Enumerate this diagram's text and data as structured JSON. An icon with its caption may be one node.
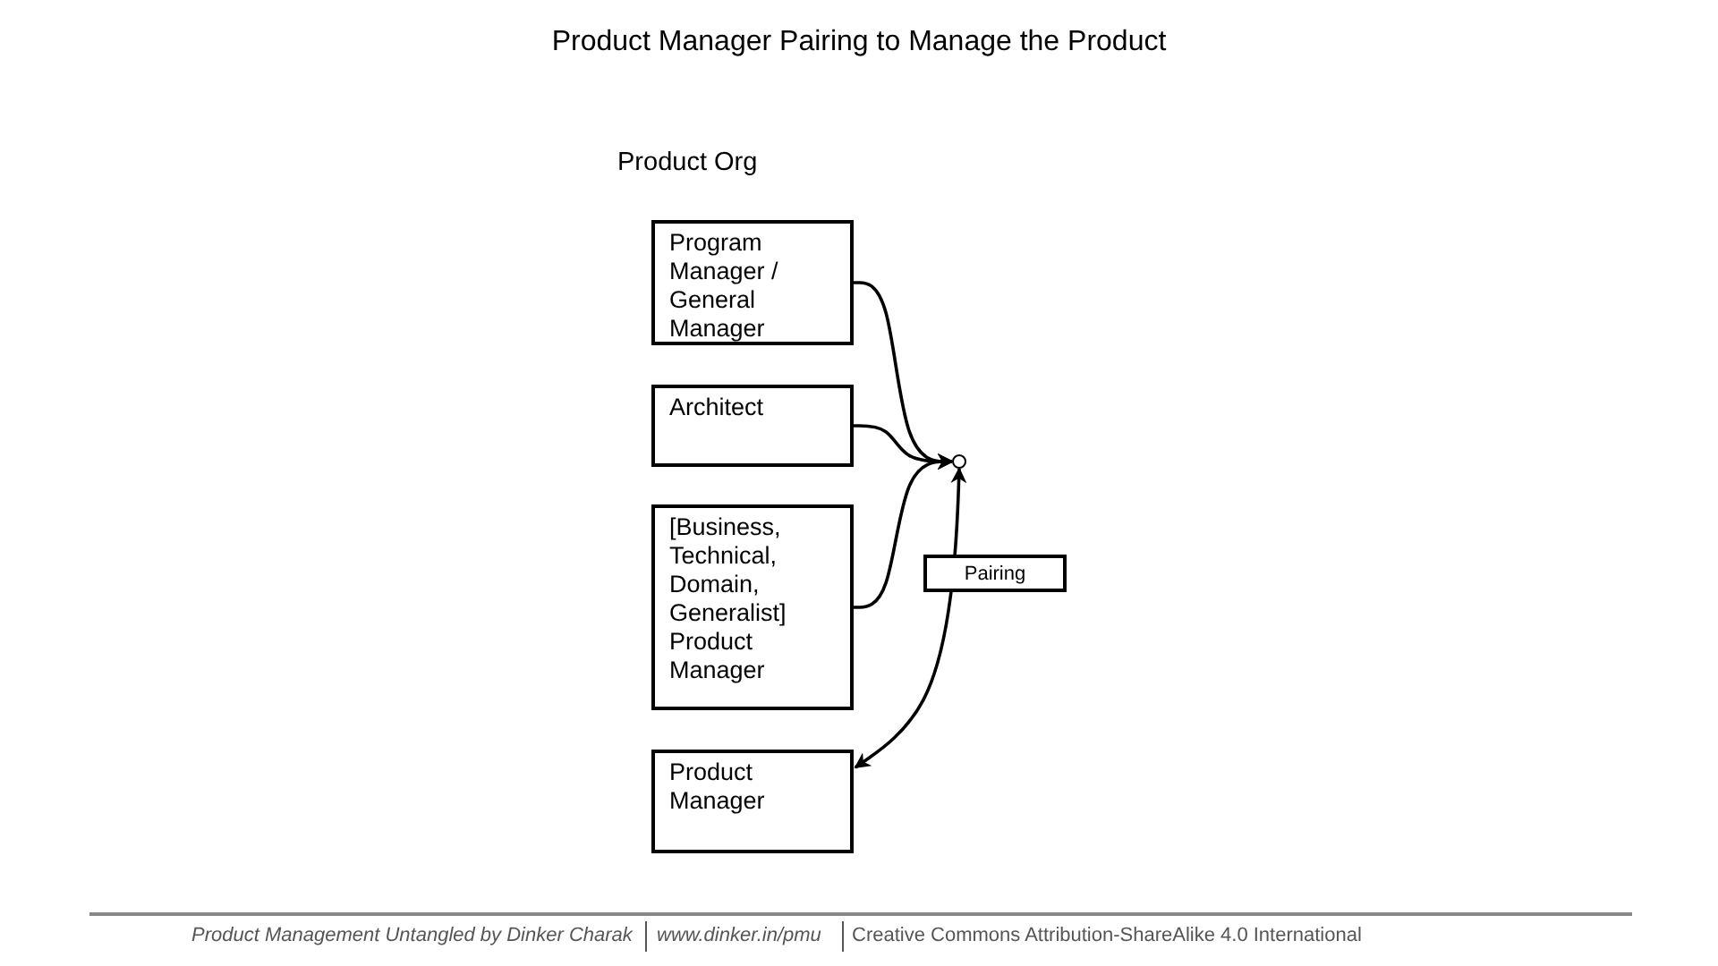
{
  "diagram": {
    "title": "Product Manager Pairing to Manage the Product",
    "nodes": [
      {
        "text": [
          "Program Manager / General Manager"
        ]
      },
      {
        "text": [
          "Architect"
        ]
      },
      {
        "text": [
          "[Business, Technical, Domain, Generalist] Product Manager"
        ]
      },
      {
        "text": [
          "Product Manager"
        ]
      },
      {
        "text": [],
        "shape": "circle"
      }
    ],
    "edges": [
      {
        "from": 0,
        "to": 4,
        "arrow": "to"
      },
      {
        "from": 1,
        "to": 4,
        "arrow": "to"
      },
      {
        "from": 2,
        "to": 4,
        "arrow": "to"
      },
      {
        "from": 4,
        "to": 3,
        "arrow": "both",
        "label": "Pairing"
      }
    ],
    "labels": [
      "Product Org",
      "Product Management Untangled by Dinker Charak",
      "www.dinker.in/pmu",
      "Creative Commons Attribution-ShareAlike 4.0 International"
    ]
  }
}
